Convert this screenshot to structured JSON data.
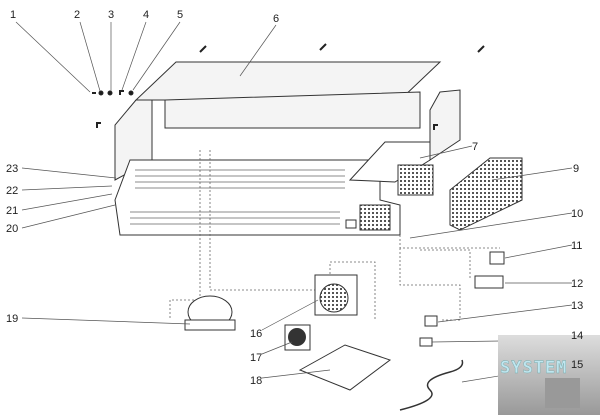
{
  "diagram": {
    "callouts": [
      "1",
      "2",
      "3",
      "4",
      "5",
      "6",
      "7",
      "9",
      "10",
      "11",
      "12",
      "13",
      "14",
      "15",
      "16",
      "17",
      "18",
      "19",
      "20",
      "21",
      "22",
      "23"
    ]
  },
  "logo": {
    "text": "SYSTEM",
    "colors": {
      "text": "#bfe6f0",
      "panel": "#b8b8b8"
    }
  }
}
